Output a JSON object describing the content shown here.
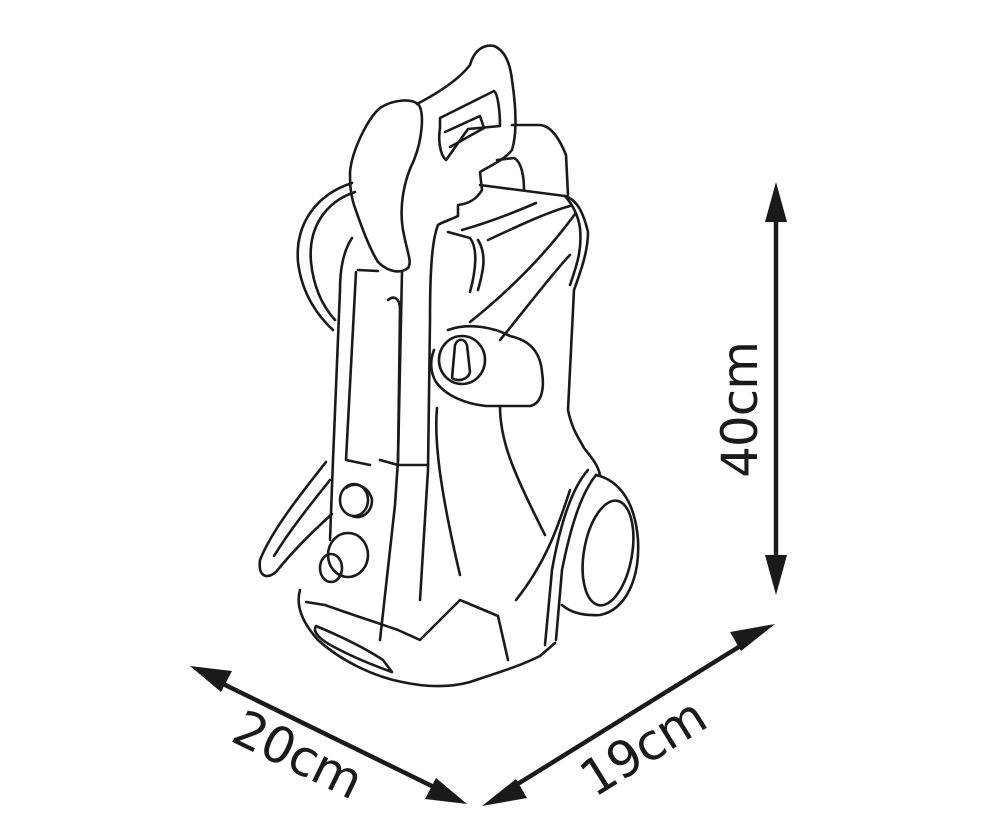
{
  "diagram": {
    "subject": "pressure washer line drawing",
    "colors": {
      "ink": "#1a1a1a",
      "background": "#ffffff"
    },
    "dimensions": {
      "height": {
        "label": "40cm",
        "axis": "vertical"
      },
      "width": {
        "label": "20cm",
        "axis": "diagonal-left"
      },
      "depth": {
        "label": "19cm",
        "axis": "diagonal-right"
      }
    }
  }
}
